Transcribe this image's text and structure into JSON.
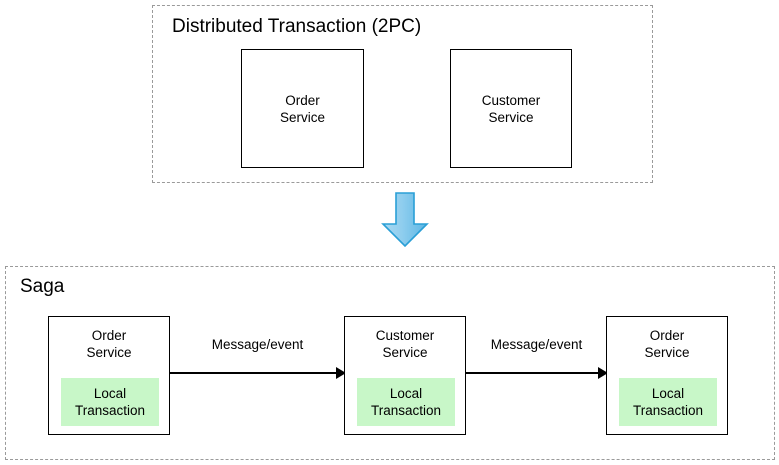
{
  "diagram": {
    "title_top": "Distributed Transaction (2PC)",
    "title_bottom": "Saga",
    "colors": {
      "local_transaction_fill": "#c8f7c8",
      "flow_arrow_fill": "#7fc6ee",
      "flow_arrow_stroke": "#2a9fd6",
      "box_stroke": "#000000",
      "group_stroke": "#9a9a9a",
      "background": "#ffffff"
    },
    "top_section": {
      "label": "Distributed Transaction (2PC)",
      "services": [
        {
          "name": "Order\nService"
        },
        {
          "name": "Customer\nService"
        }
      ]
    },
    "flow_arrow": {
      "icon": "down-arrow-icon",
      "direction": "down"
    },
    "bottom_section": {
      "label": "Saga",
      "services": [
        {
          "name": "Order\nService",
          "local_transaction": "Local\nTransaction"
        },
        {
          "name": "Customer\nService",
          "local_transaction": "Local\nTransaction"
        },
        {
          "name": "Order\nService",
          "local_transaction": "Local\nTransaction"
        }
      ],
      "connectors": [
        {
          "label": "Message/event"
        },
        {
          "label": "Message/event"
        }
      ]
    }
  }
}
